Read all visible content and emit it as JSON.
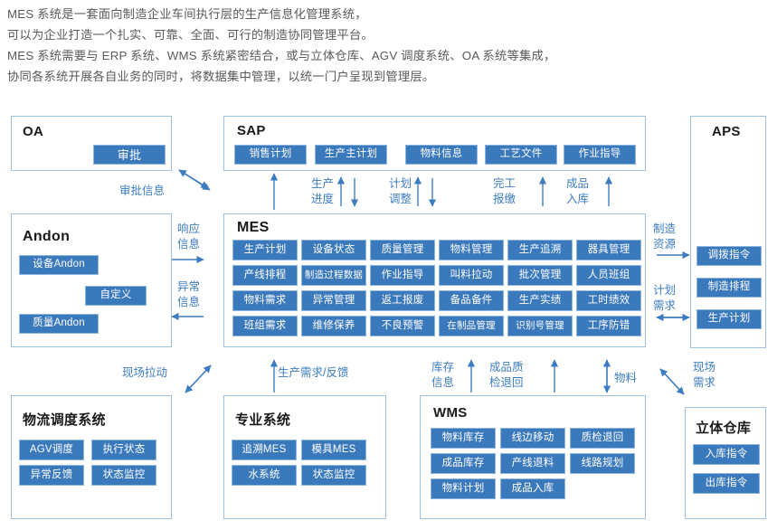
{
  "intro": {
    "lines": [
      "MES 系统是一套面向制造企业车间执行层的生产信息化管理系统，",
      "可以为企业打造一个扎实、可靠、全面、可行的制造协同管理平台。",
      "MES 系统需要与 ERP 系统、WMS 系统紧密结合，或与立体仓库、AGV 调度系统、OA 系统等集成，",
      "协同各系统开展各自业务的同时，将数据集中管理，以统一门户呈现到管理层。"
    ]
  },
  "colors": {
    "tag_fill": "#3b79bd",
    "tag_border": "#8fb7dd",
    "box_border": "#9fc0e0",
    "label_blue": "#3e7cc0",
    "text_gray": "#5a5a5a"
  },
  "boxes": {
    "oa": {
      "title": "OA",
      "tags": [
        "审批"
      ]
    },
    "sap": {
      "title": "SAP",
      "tags": [
        "销售计划",
        "生产主计划",
        "物料信息",
        "工艺文件",
        "作业指导"
      ]
    },
    "aps": {
      "title": "APS",
      "tags": [
        "调拨指令",
        "制造排程",
        "生产计划"
      ]
    },
    "andon": {
      "title": "Andon",
      "tags": [
        "设备Andon",
        "自定义",
        "质量Andon"
      ]
    },
    "mes": {
      "title": "MES",
      "rows": [
        [
          "生产计划",
          "设备状态",
          "质量管理",
          "物料管理",
          "生产追溯",
          "器具管理"
        ],
        [
          "产线排程",
          "制造过程数据",
          "作业指导",
          "叫料拉动",
          "批次管理",
          "人员班组"
        ],
        [
          "物料需求",
          "异常管理",
          "返工报废",
          "备品备件",
          "生产实绩",
          "工时绩效"
        ],
        [
          "班组需求",
          "维修保养",
          "不良预警",
          "在制品管理",
          "识别号管理",
          "工序防错"
        ]
      ]
    },
    "logistics": {
      "title": "物流调度系统",
      "rows": [
        [
          "AGV调度",
          "执行状态"
        ],
        [
          "异常反馈",
          "状态监控"
        ]
      ]
    },
    "professional": {
      "title": "专业系统",
      "rows": [
        [
          "追溯MES",
          "模具MES"
        ],
        [
          "水系统",
          "状态监控"
        ]
      ]
    },
    "wms": {
      "title": "WMS",
      "rows": [
        [
          "物料库存",
          "线边移动",
          "质检退回"
        ],
        [
          "成品库存",
          "产线退料",
          "线路规划"
        ],
        [
          "物料计划",
          "成品入库"
        ]
      ]
    },
    "warehouse": {
      "title": "立体仓库",
      "tags": [
        "入库指令",
        "出库指令"
      ]
    }
  },
  "connectors": {
    "approval_info": "审批信息",
    "response_info_l1": "响应",
    "response_info_l2": "信息",
    "exception_info_l1": "异常",
    "exception_info_l2": "信息",
    "prod_progress_l1": "生产",
    "prod_progress_l2": "进度",
    "plan_adjust_l1": "计划",
    "plan_adjust_l2": "调整",
    "finish_report_l1": "完工",
    "finish_report_l2": "报缴",
    "finished_in_l1": "成品",
    "finished_in_l2": "入库",
    "mfg_resource_l1": "制造",
    "mfg_resource_l2": "资源",
    "plan_demand_l1": "计划",
    "plan_demand_l2": "需求",
    "site_pull": "现场拉动",
    "prod_demand_feedback": "生产需求/反馈",
    "stock_info_l1": "库存",
    "stock_info_l2": "信息",
    "fg_qc_return_l1": "成品质",
    "fg_qc_return_l2": "检退回",
    "material": "物料",
    "site_demand_l1": "现场",
    "site_demand_l2": "需求"
  }
}
